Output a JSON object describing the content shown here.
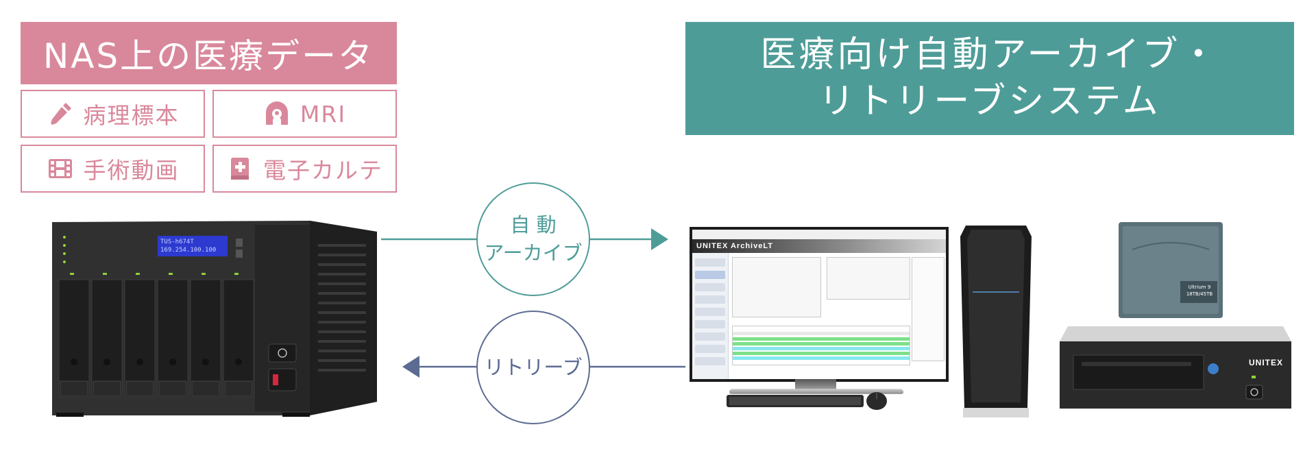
{
  "left_panel": {
    "title": "NAS上の医療データ",
    "tiles": [
      {
        "label": "病理標本",
        "icon": "dropper-icon"
      },
      {
        "label": "MRI",
        "icon": "mri-scanner-icon"
      },
      {
        "label": "手術動画",
        "icon": "film-icon"
      },
      {
        "label": "電子カルテ",
        "icon": "medical-record-icon"
      }
    ]
  },
  "right_panel": {
    "title_line1": "医療向け自動アーカイブ・",
    "title_line2": "リトリーブシステム"
  },
  "flow": {
    "archive_line1": "自 動",
    "archive_line2": "アーカイブ",
    "retrieve": "リトリーブ"
  },
  "nas": {
    "lcd_line1": "TUS-h674T",
    "lcd_line2": "169.254.100.100"
  },
  "software": {
    "app_title": "UNITEX ArchiveLT"
  },
  "tape_drive": {
    "brand": "UNITEX"
  },
  "tape_cartridge": {
    "label_line1": "Ultrium 9",
    "label_line2": "18TB/45TB"
  },
  "colors": {
    "pink": "#d9889b",
    "teal": "#4e9c98",
    "slate": "#5b6b91"
  }
}
